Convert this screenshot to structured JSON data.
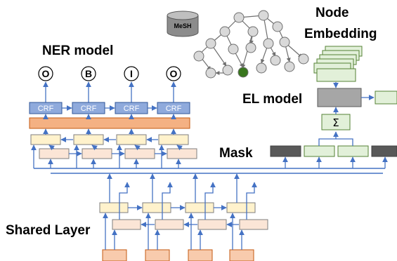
{
  "labels": {
    "ner_model": "NER model",
    "node_embedding_line1": "Node",
    "node_embedding_line2": "Embedding",
    "el_model": "EL model",
    "mask": "Mask",
    "shared_layer": "Shared Layer",
    "mesh": "MeSH",
    "sigma": "Σ"
  },
  "crf_labels": [
    "CRF",
    "CRF",
    "CRF",
    "CRF"
  ],
  "bio_tags": [
    "O",
    "B",
    "I",
    "O"
  ],
  "colors": {
    "arrow": "#4472c4",
    "crf_fill": "#8faadc",
    "crf_bar": "#f4b183",
    "lstm_fwd": "#fff2cc",
    "lstm_bwd": "#fbe5d6",
    "embed_green": "#e2f0d9",
    "el_box": "#a6a6a6",
    "mask_dark": "#595959",
    "graph_node": "#d9d9d9",
    "graph_highlight": "#38761d",
    "input_orange": "#f8cbad"
  }
}
